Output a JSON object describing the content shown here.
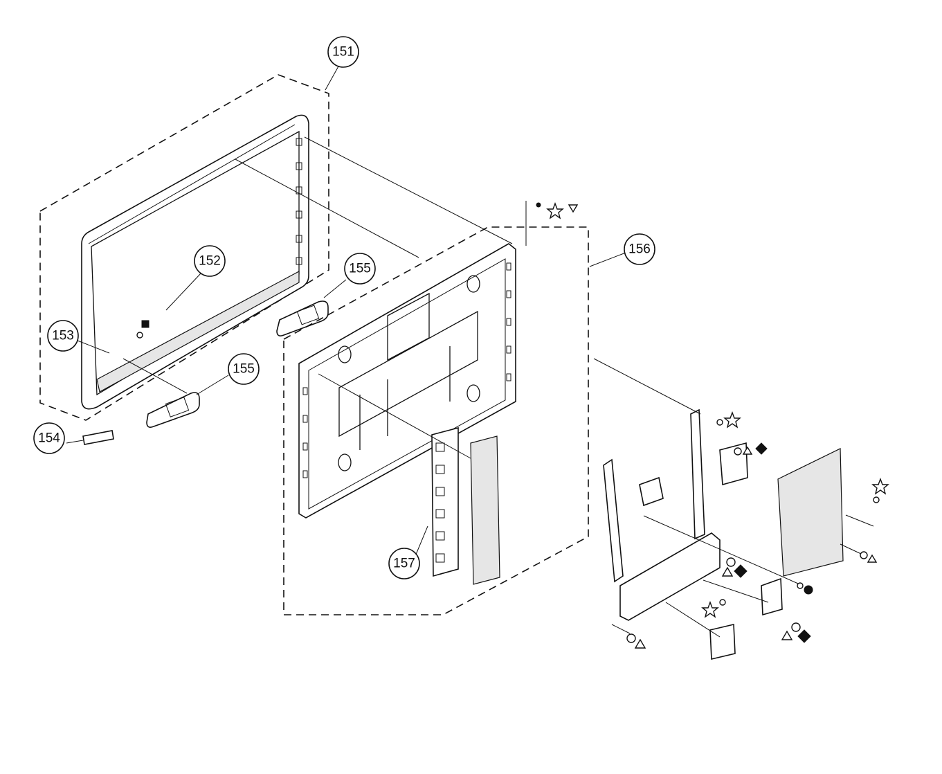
{
  "diagram": {
    "callouts": {
      "c151": "151",
      "c152": "152",
      "c153": "153",
      "c154": "154",
      "c155a": "155",
      "c155b": "155",
      "c156": "156",
      "c157": "157"
    },
    "symbol_legend": [
      "star",
      "triangle-down",
      "triangle",
      "diamond",
      "circle"
    ]
  }
}
